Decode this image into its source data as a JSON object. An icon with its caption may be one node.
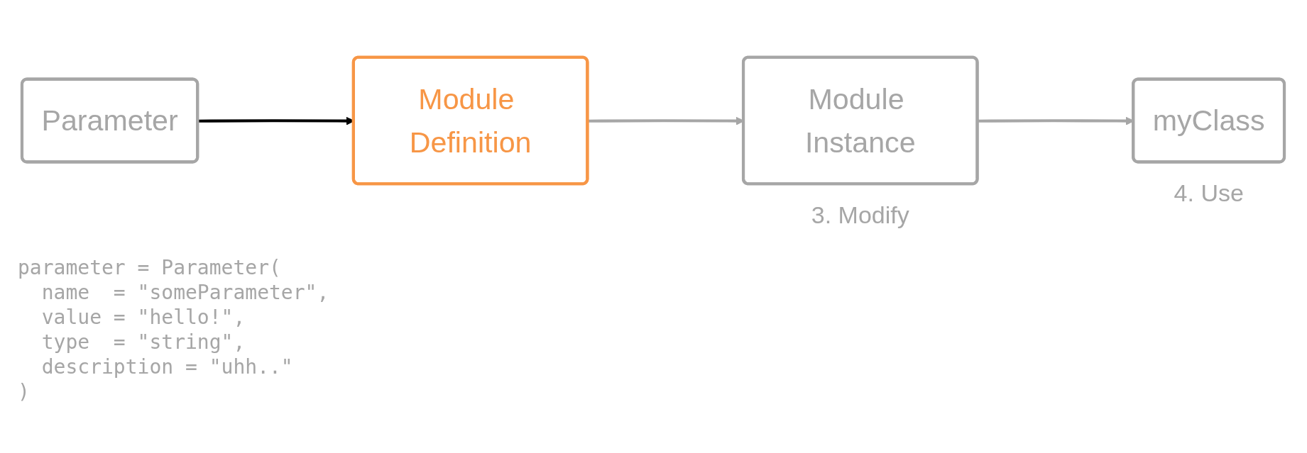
{
  "diagram": {
    "nodes": [
      {
        "text": [
          "Parameter"
        ]
      },
      {
        "text": [
          "Module Definition"
        ]
      },
      {
        "text": [
          "Module Instance"
        ],
        "beside": [
          "3. Modify"
        ]
      },
      {
        "text": [
          "myClass"
        ],
        "beside": [
          "4. Use"
        ]
      }
    ],
    "edges": [
      {
        "from": 0,
        "to": 1,
        "arrow": "to",
        "color": "#000000"
      },
      {
        "from": 1,
        "to": 2,
        "arrow": "to"
      },
      {
        "from": 2,
        "to": 3,
        "arrow": "to"
      }
    ],
    "labels": [
      "parameter = Parameter(",
      "  name  = \"someParameter\",",
      "  value = \"hello!\",",
      "  type  = \"string\",",
      "  description = \"uhh..\"",
      ")"
    ]
  }
}
